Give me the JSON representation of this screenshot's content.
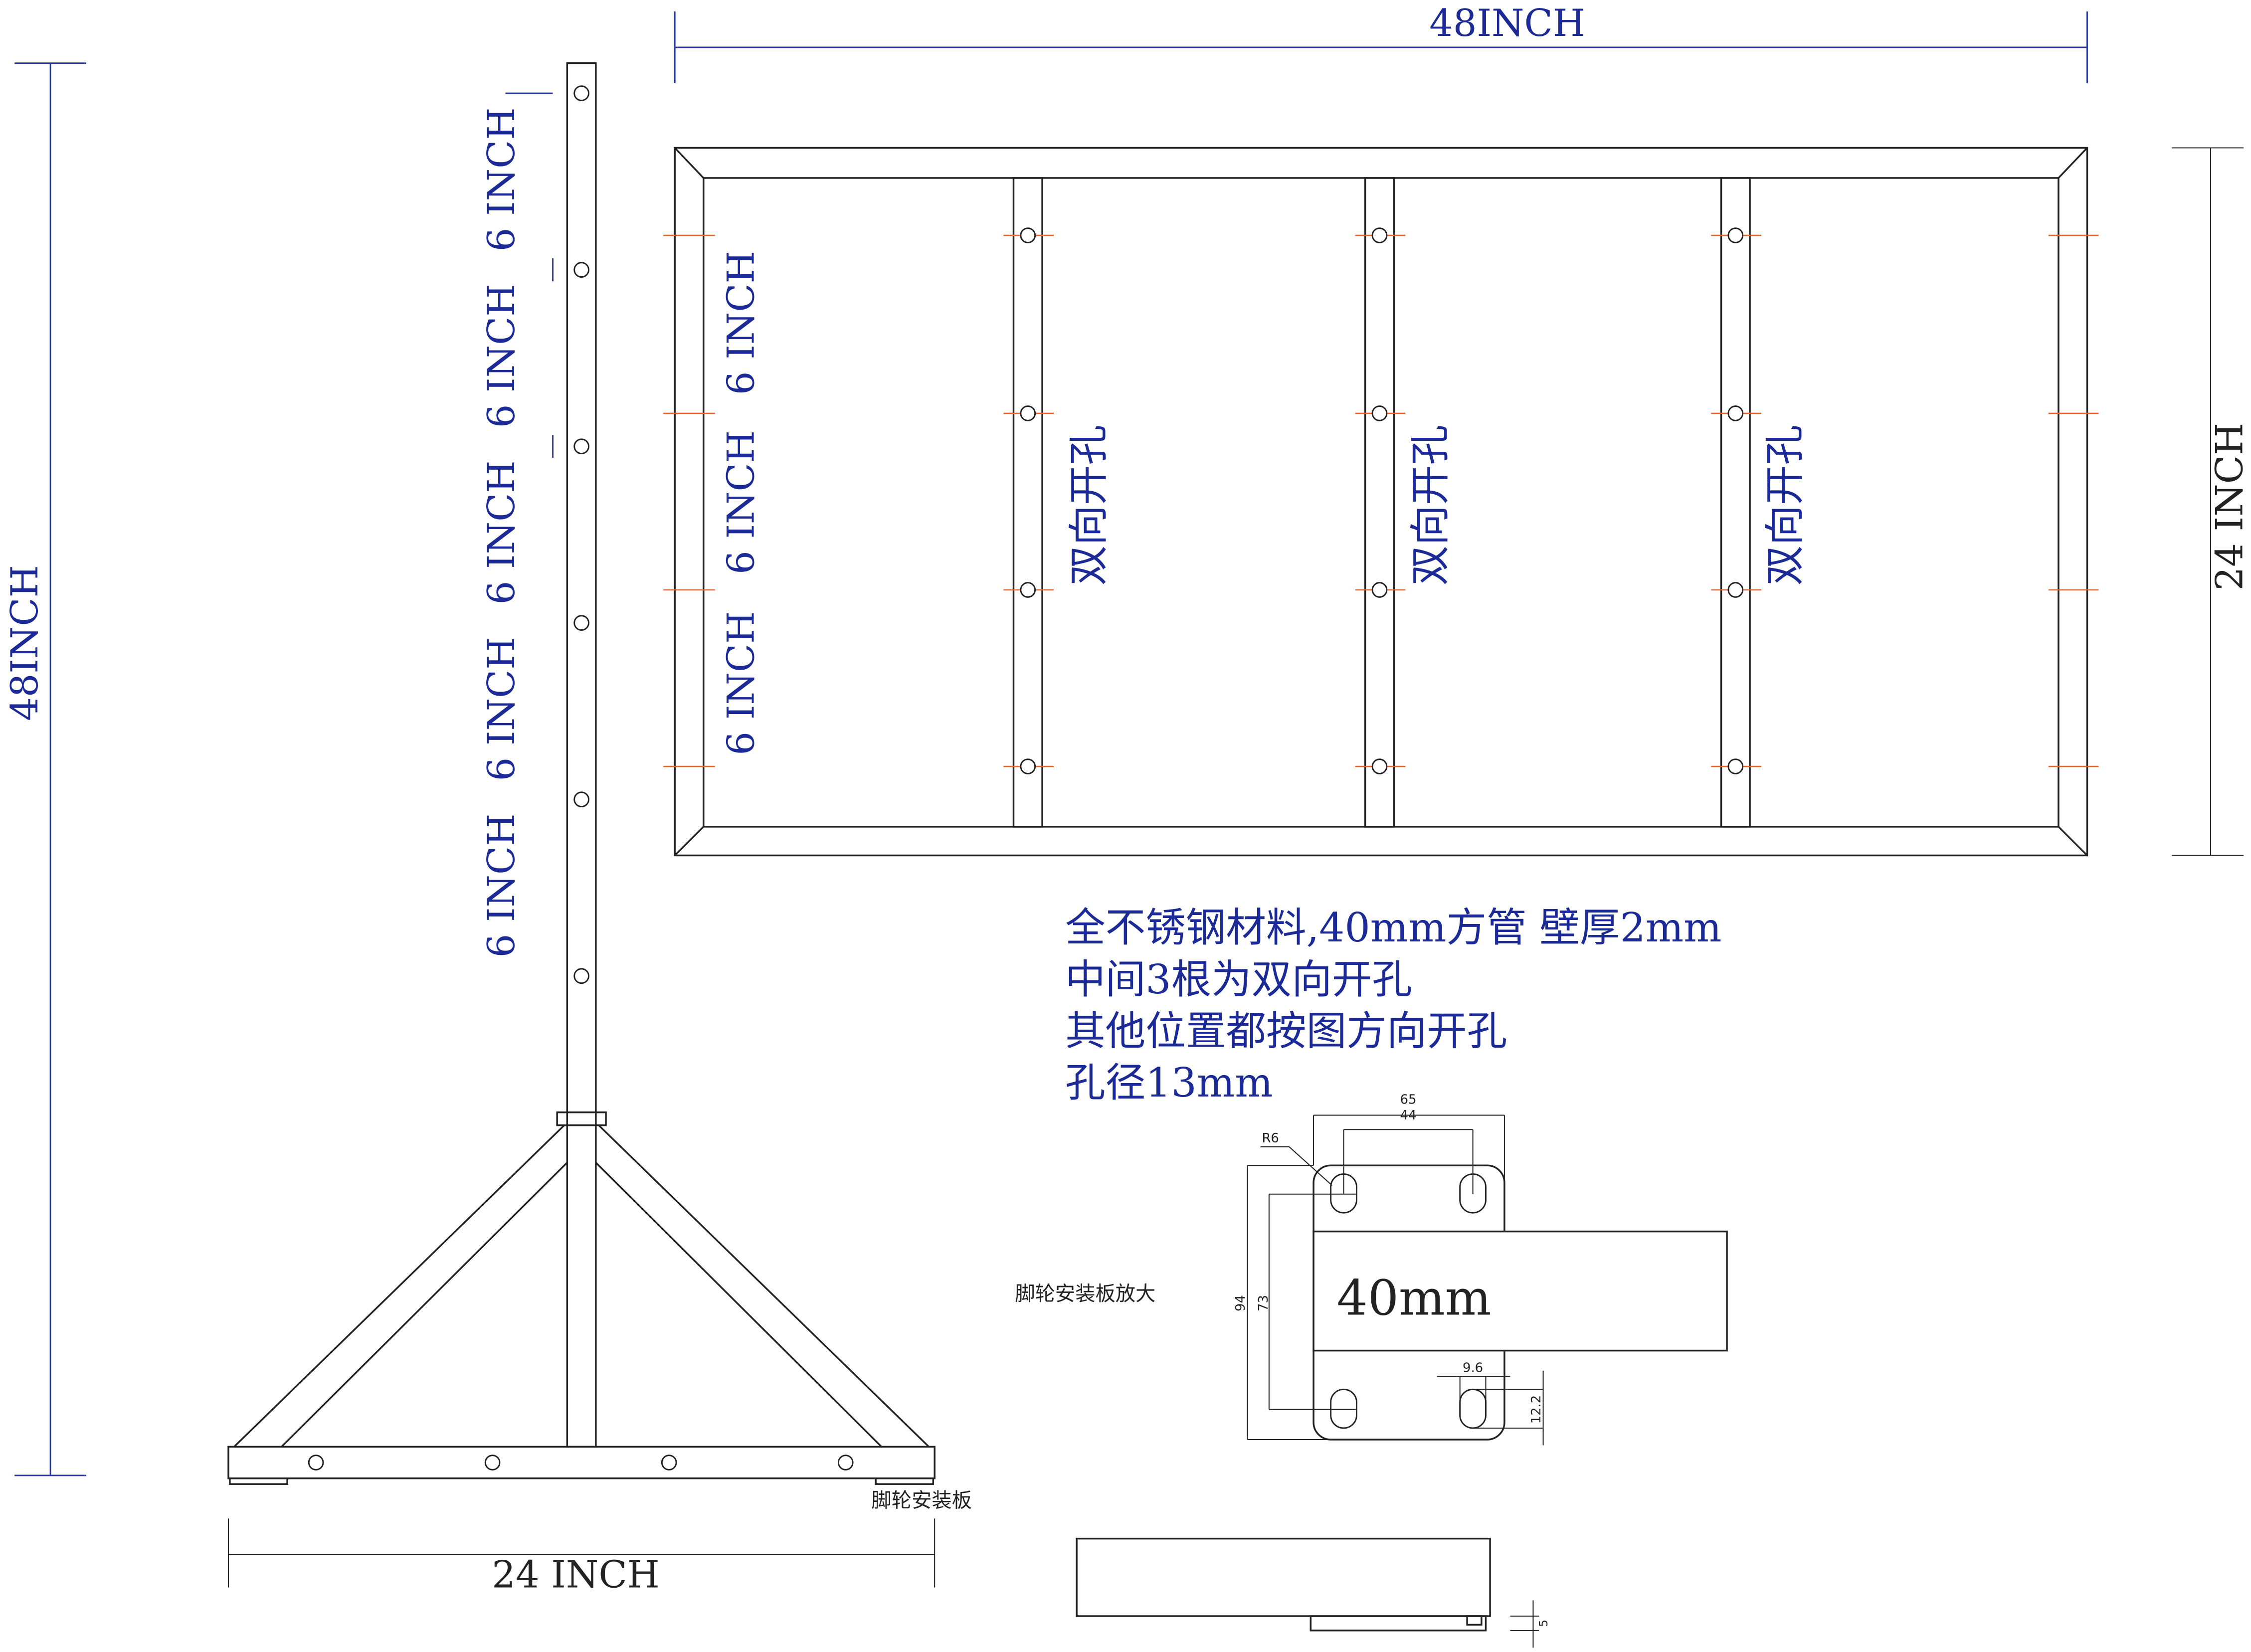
{
  "colors": {
    "dimension_text": "#1b2a96",
    "hole_marks": "#e8632a",
    "lines": "#222222"
  },
  "stand": {
    "height_label": "48INCH",
    "width_label": "24 INCH",
    "spacing_labels": [
      "6 INCH",
      "6 INCH",
      "6 INCH",
      "6 INCH",
      "6 INCH"
    ],
    "base_label": "脚轮安装板"
  },
  "frame": {
    "width_label": "48INCH",
    "height_label": "24 INCH",
    "spacing_labels": [
      "6 INCH",
      "6 INCH",
      "6 INCH"
    ],
    "bar_labels": [
      "双向开孔",
      "双向开孔",
      "双向开孔"
    ]
  },
  "notes": [
    "全不锈钢材料,40mm方管  壁厚2mm",
    "中间3根为双向开孔",
    "其他位置都按图方向开孔",
    "孔径13mm"
  ],
  "detail": {
    "title": "脚轮安装板放大",
    "tube_label": "40mm",
    "dim_65": "65",
    "dim_44": "44",
    "dim_r6": "R6",
    "dim_94": "94",
    "dim_73": "73",
    "dim_9_6": "9.6",
    "dim_12_2": "12.2",
    "dim_5": "5"
  }
}
